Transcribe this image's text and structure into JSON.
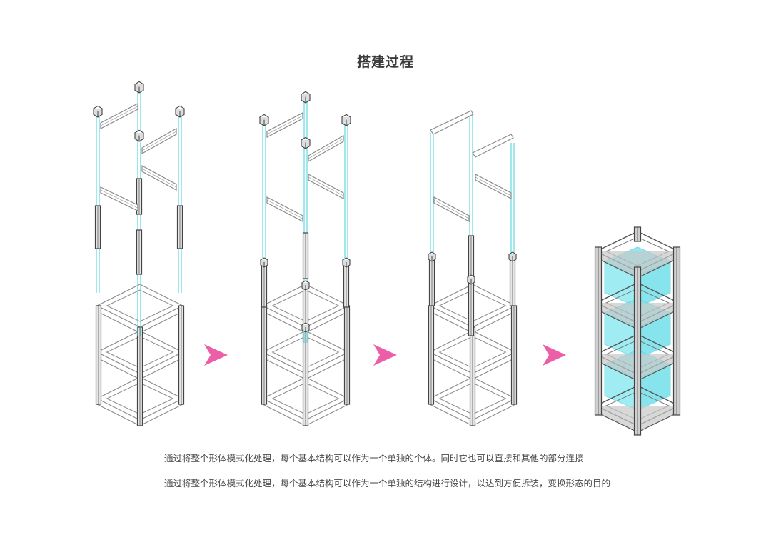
{
  "title": "搭建过程",
  "captions": [
    "通过将整个形体模式化处理，每个基本结构可以作为一个单独的个体。同时它也可以直接和其他的部分连接",
    "通过将整个形体模式化处理，每个基本结构可以作为一个单独的结构进行设计，以达到方便拆装，变换形态的目的"
  ],
  "colors": {
    "frame_stroke": "#8a8a8a",
    "frame_fill": "#ffffff",
    "post_stroke": "#444444",
    "post_fill": "#e6e6e6",
    "cyan": "#54d6e0",
    "panel_fill": "#7fe6ee",
    "arrow": "#ec5fa8",
    "text": "#4a4a4a"
  },
  "stages": [
    {
      "name": "stage-1",
      "lower_levels": 2,
      "upper_mode": "separate-bars"
    },
    {
      "name": "stage-2",
      "lower_levels": 2,
      "upper_mode": "bars-with-posts"
    },
    {
      "name": "stage-3",
      "lower_levels": 2,
      "upper_mode": "frames"
    },
    {
      "name": "stage-4",
      "lower_levels": 3,
      "upper_mode": "assembled"
    }
  ],
  "arrows": [
    "arrow-1",
    "arrow-2",
    "arrow-3"
  ]
}
